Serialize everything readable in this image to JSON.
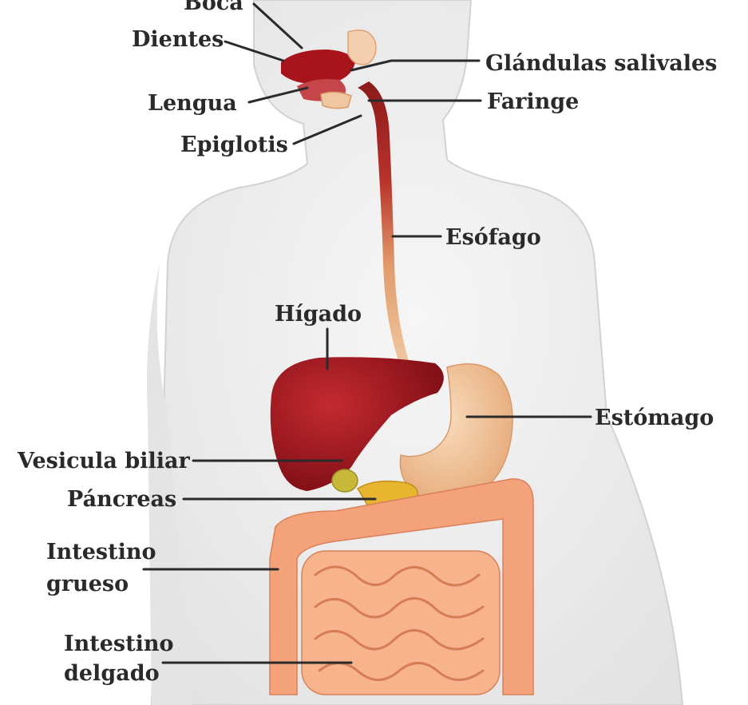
{
  "labels": {
    "boca": "Boca",
    "dientes": "Dientes",
    "lengua": "Lengua",
    "epiglotis": "Epiglotis",
    "glandulas": "Glándulas salivales",
    "faringe": "Faringe",
    "esofago": "Esófago",
    "higado": "Hígado",
    "estomago": "Estómago",
    "vesicula": "Vesicula biliar",
    "pancreas": "Páncreas",
    "intestino_grueso_1": "Intestino",
    "intestino_grueso_2": "grueso",
    "intestino_delgado_1": "Intestino",
    "intestino_delgado_2": "delgado"
  },
  "colors": {
    "body": "#ececec",
    "body_outline": "#cfcfcf",
    "liver": "#9e1420",
    "mouth": "#a8141c",
    "esophagus_top": "#8b1a1a",
    "esophagus_bottom": "#efc39a",
    "stomach": "#f2c79b",
    "intestine": "#f5a97f",
    "pancreas": "#e8b52e",
    "gallbladder": "#c8b83a",
    "text": "#2a2a2a"
  }
}
